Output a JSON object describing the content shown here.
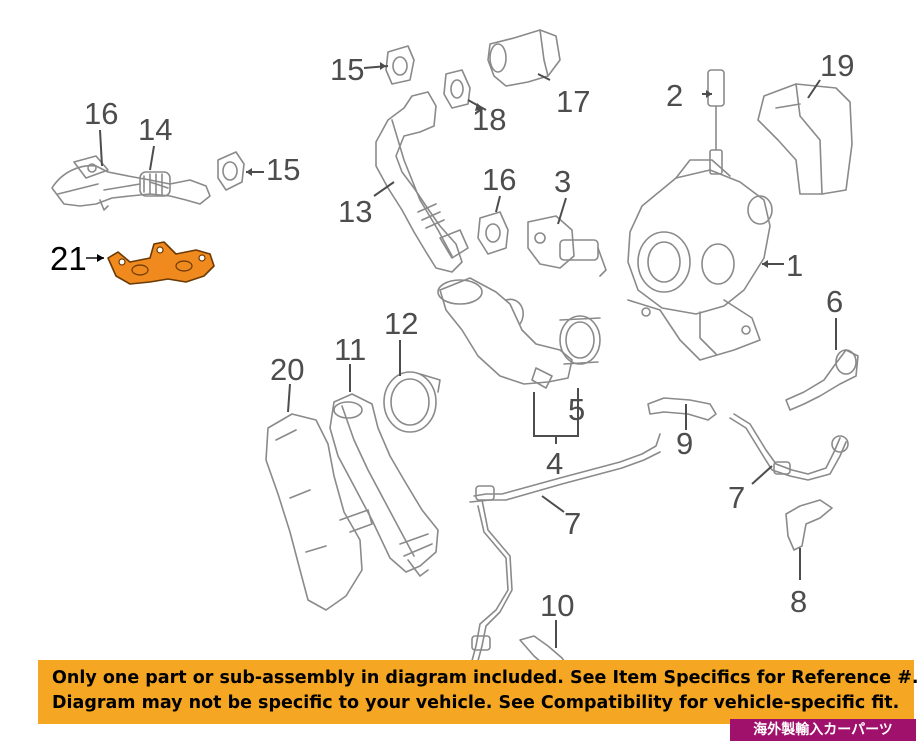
{
  "callouts": {
    "c1": "1",
    "c2": "2",
    "c3": "3",
    "c4": "4",
    "c5": "5",
    "c6": "6",
    "c7a": "7",
    "c7b": "7",
    "c8": "8",
    "c9": "9",
    "c10": "10",
    "c11": "11",
    "c12": "12",
    "c13": "13",
    "c14": "14",
    "c15a": "15",
    "c15b": "15",
    "c16a": "16",
    "c16b": "16",
    "c17": "17",
    "c18": "18",
    "c19": "19",
    "c20": "20",
    "c21": "21"
  },
  "highlight_color": "#f08a1e",
  "notice": {
    "line1": "Only one part or sub-assembly in diagram included. See Item Specifics for Reference #.",
    "line2": "Diagram may not be specific to your vehicle. See Compatibility for vehicle-specific fit.",
    "background": "#f5a623"
  },
  "badge": {
    "text": "海外製輸入カーパーツ",
    "background": "#a0116b"
  }
}
